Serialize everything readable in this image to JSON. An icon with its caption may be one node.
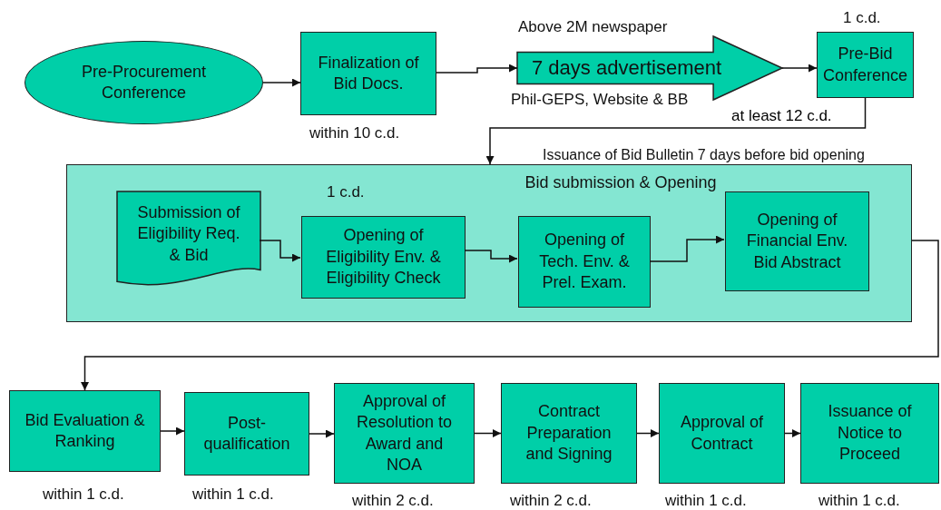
{
  "diagram": {
    "nodes": [
      {
        "text": [
          "Pre-Procurement Conference"
        ]
      },
      {
        "text": [
          "Finalization of Bid Docs."
        ],
        "beside": [
          "within 10 c.d."
        ]
      },
      {
        "text": [
          "7 days advertisement"
        ],
        "beside": [
          "Above 2M newspaper",
          "Phil-GEPS, Website & BB"
        ]
      },
      {
        "text": [
          "Pre-Bid Conference"
        ],
        "beside": [
          "1 c.d."
        ]
      },
      {
        "text": [
          "Bid submission & Opening"
        ]
      },
      {
        "text": [
          "Submission of Eligibility Req. & Bid"
        ],
        "in": 4
      },
      {
        "text": [
          "Opening of Eligibility Env. & Eligibility Check"
        ],
        "in": 4,
        "beside": [
          "1 c.d."
        ]
      },
      {
        "text": [
          "Opening of Tech. Env. & Prel. Exam."
        ],
        "in": 4
      },
      {
        "text": [
          "Opening of Financial Env. Bid Abstract"
        ],
        "in": 4
      },
      {
        "text": [
          "Bid Evaluation & Ranking"
        ],
        "beside": [
          "within 1 c.d."
        ]
      },
      {
        "text": [
          "Post-qualification"
        ],
        "beside": [
          "within 1 c.d."
        ]
      },
      {
        "text": [
          "Approval of Resolution to Award and NOA"
        ],
        "beside": [
          "within 2 c.d."
        ]
      },
      {
        "text": [
          "Contract Preparation and Signing"
        ],
        "beside": [
          "within 2 c.d."
        ]
      },
      {
        "text": [
          "Approval of Contract"
        ],
        "beside": [
          "within 1 c.d."
        ]
      },
      {
        "text": [
          "Issuance of Notice to Proceed"
        ],
        "beside": [
          "within 1 c.d."
        ]
      }
    ],
    "edges": [
      {
        "from": 0,
        "to": 1,
        "arrow": "to"
      },
      {
        "from": 1,
        "to": 2,
        "arrow": "to"
      },
      {
        "from": 2,
        "to": 3,
        "arrow": "to"
      },
      {
        "from": 3,
        "to": 4,
        "arrow": "to",
        "label": "at least 12 c.d."
      },
      {
        "from": 5,
        "to": 6,
        "arrow": "to"
      },
      {
        "from": 6,
        "to": 7,
        "arrow": "to"
      },
      {
        "from": 7,
        "to": 8,
        "arrow": "to"
      },
      {
        "from": 4,
        "to": 9,
        "arrow": "to"
      },
      {
        "from": 9,
        "to": 10,
        "arrow": "to"
      },
      {
        "from": 10,
        "to": 11,
        "arrow": "to"
      },
      {
        "from": 11,
        "to": 12,
        "arrow": "to"
      },
      {
        "from": 12,
        "to": 13,
        "arrow": "to"
      },
      {
        "from": 13,
        "to": 14,
        "arrow": "to"
      }
    ],
    "labels": [
      "Issuance of Bid Bulletin 7 days before bid opening"
    ]
  }
}
